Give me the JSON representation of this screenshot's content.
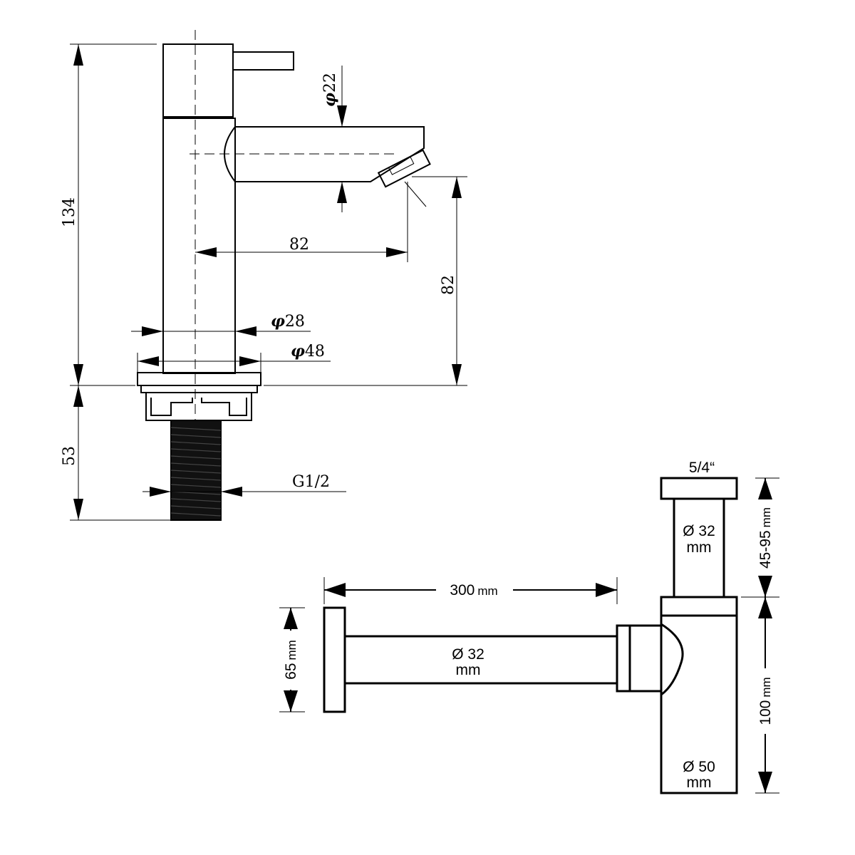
{
  "faucet": {
    "total_height": "134",
    "spout_diameter": "22",
    "spout_reach": "82",
    "spout_height": "82",
    "body_diameter": "28",
    "base_diameter": "48",
    "diameter_symbol": "φ",
    "shank_length": "53",
    "thread_size": "G1/2"
  },
  "trap": {
    "inlet_thread": "5/4“",
    "wall_pipe_length_value": "300",
    "unit": "mm",
    "upper_pipe_diameter_line1": "Ø 32",
    "upper_pipe_diameter_line2": "mm",
    "horizontal_pipe_diameter_line1": "Ø 32",
    "horizontal_pipe_diameter_line2": "mm",
    "bottle_diameter_line1": "Ø 50",
    "bottle_diameter_line2": "mm",
    "adjustable_height_value": "45-95",
    "bottle_height_value": "100",
    "wall_flange_height_value": "65"
  },
  "colors": {
    "line": "#000000",
    "background": "#ffffff"
  }
}
